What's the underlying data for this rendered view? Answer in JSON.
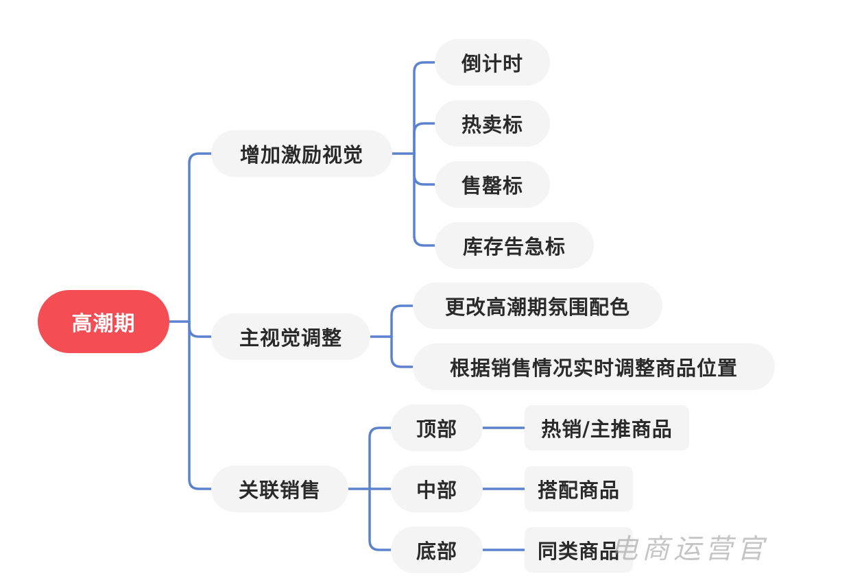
{
  "mindmap": {
    "root": "高潮期",
    "branches": [
      {
        "label": "增加激励视觉",
        "children": [
          "倒计时",
          "热卖标",
          "售罄标",
          "库存告急标"
        ]
      },
      {
        "label": "主视觉调整",
        "children": [
          "更改高潮期氛围配色",
          "根据销售情况实时调整商品位置"
        ]
      },
      {
        "label": "关联销售",
        "children": [
          {
            "label": "顶部",
            "detail": "热销/主推商品"
          },
          {
            "label": "中部",
            "detail": "搭配商品"
          },
          {
            "label": "底部",
            "detail": "同类商品"
          }
        ]
      }
    ]
  },
  "watermark": "电商运营官",
  "colors": {
    "root_fill": "#f44e54",
    "connector": "#5a82cf",
    "node_fill": "#f4f4f5",
    "node_text": "#2a2a2a"
  }
}
